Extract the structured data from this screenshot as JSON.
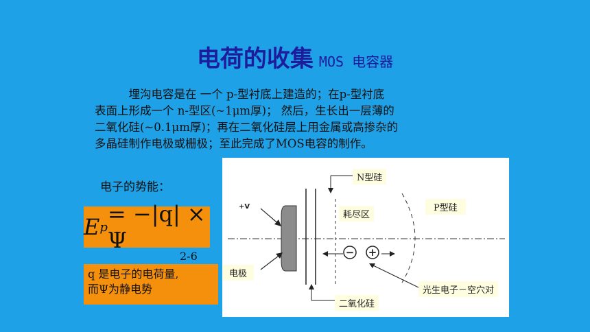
{
  "title": {
    "main": "电荷的收集",
    "sub": "MOS 电容器"
  },
  "paragraph": {
    "lines": [
      "　　　埋沟电容是在 一个 p-型衬底上建造的；在p-型衬底",
      "表面上形成一个 n-型区(~1μm厚)； 然后，生长出一层薄的",
      "二氧化硅(~0.1μm厚)；再在二氧化硅层上用金属或高掺杂的",
      "多晶硅制作电极或栅极；至此完成了MOS电容的制作。"
    ]
  },
  "energy_label": "电子的势能：",
  "formula": {
    "lhs": "E",
    "lhs_sub": "p",
    "rhs": " = −|q| × Ψ",
    "number": "2-6"
  },
  "note": {
    "line1": "q 是电子的电荷量,",
    "line2": "而Ψ为静电势"
  },
  "diagram": {
    "voltage": "+V",
    "n_type": "N型硅",
    "depletion": "耗尽区",
    "p_type": "P型硅",
    "electrode": "电极",
    "oxide": "二氧化硅",
    "pair": "光生电子－空穴对",
    "minus": "−",
    "plus": "+"
  }
}
